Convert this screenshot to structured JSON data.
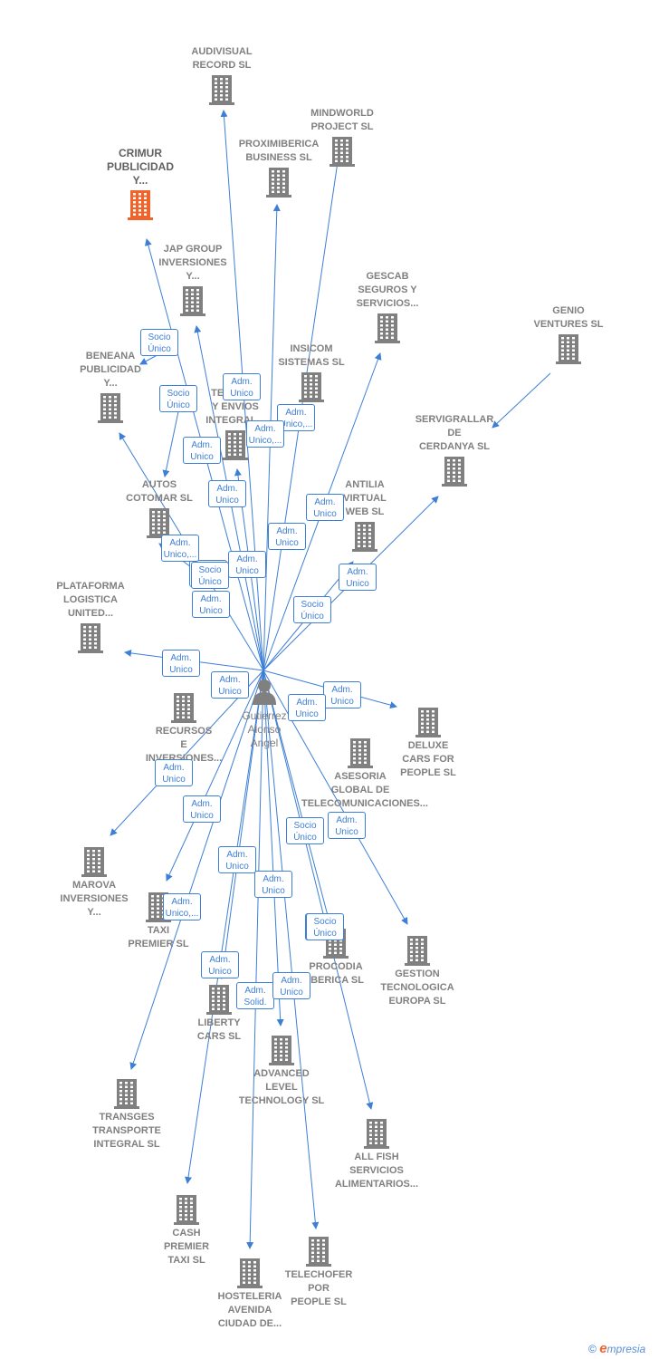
{
  "center": {
    "name": "Gutierrez\nAlonso\nAngel"
  },
  "companies": [
    {
      "id": "audiovisual",
      "name": "AUDIVISUAL\nRECORD SL"
    },
    {
      "id": "mindworld",
      "name": "MINDWORLD\nPROJECT SL"
    },
    {
      "id": "proximiberica",
      "name": "PROXIMIBERICA\nBUSINESS SL"
    },
    {
      "id": "crimur",
      "name": "CRIMUR\nPUBLICIDAD\nY...",
      "highlight": true
    },
    {
      "id": "jap",
      "name": "JAP GROUP\nINVERSIONES\nY..."
    },
    {
      "id": "gescab",
      "name": "GESCAB\nSEGUROS Y\nSERVICIOS..."
    },
    {
      "id": "genio",
      "name": "GENIO\nVENTURES SL"
    },
    {
      "id": "beneana",
      "name": "BENEANA\nPUBLICIDAD\nY..."
    },
    {
      "id": "insicom",
      "name": "INSICOM\nSISTEMAS SL"
    },
    {
      "id": "telesudeco",
      "name": "TELE...CO\nY ENVIOS\nINTEGRAL..."
    },
    {
      "id": "servigrallar",
      "name": "SERVIGRALLAR\nDE\nCERDANYA SL"
    },
    {
      "id": "autos",
      "name": "AUTOS\nCOTOMAR SL"
    },
    {
      "id": "antilia",
      "name": "ANTILIA\nVIRTUAL\nWEB SL"
    },
    {
      "id": "plataforma",
      "name": "PLATAFORMA\nLOGISTICA\nUNITED..."
    },
    {
      "id": "recursos",
      "name": "RECURSOS\nE\nINVERSIONES..."
    },
    {
      "id": "deluxe",
      "name": "DELUXE\nCARS FOR\nPEOPLE SL"
    },
    {
      "id": "asesoria",
      "name": "ASESORIA\nGLOBAL DE\nTELECOMUNICACIONES..."
    },
    {
      "id": "marova",
      "name": "MAROVA\nINVERSIONES\nY..."
    },
    {
      "id": "taxi",
      "name": "TAXI\nPREMIER SL"
    },
    {
      "id": "procodia",
      "name": "PROCODIA\nIBERICA SL"
    },
    {
      "id": "gestion",
      "name": "GESTION\nTECNOLOGICA\nEUROPA SL"
    },
    {
      "id": "liberty",
      "name": "LIBERTY\nCARS SL"
    },
    {
      "id": "advanced",
      "name": "ADVANCED\nLEVEL\nTECHNOLOGY SL"
    },
    {
      "id": "transges",
      "name": "TRANSGES\nTRANSPORTE\nINTEGRAL SL"
    },
    {
      "id": "allfish",
      "name": "ALL FISH\nSERVICIOS\nALIMENTARIOS..."
    },
    {
      "id": "cash",
      "name": "CASH\nPREMIER\nTAXI SL"
    },
    {
      "id": "telechofer",
      "name": "TELECHOFER\nPOR\nPEOPLE SL"
    },
    {
      "id": "hosteleria",
      "name": "HOSTELERIA\nAVENIDA\nCIUDAD DE..."
    }
  ],
  "relations": [
    "Socio\nÚnico",
    "Socio\nÚnico",
    "Adm.\nUnico",
    "Adm.\nUnico,...",
    "Adm.\nUnico,...",
    "Socio\nÚnico",
    "Adm.\nUnico",
    "Adm.\nUnico",
    "Adm.\nUnico",
    "Adm.\nUnico",
    "Adm.\nUnico,...",
    "Socio\nÚnico",
    "Adm.\nUnico",
    "Adm.\nUnico",
    "Socio\nÚnico",
    "Adm.\nUnico",
    "Adm.\nUnico",
    "Adm.\nUnico",
    "Adm.\nUnico",
    "Adm.\nUnico",
    "Adm.\nUnico",
    "Adm.\nUnico",
    "Socio\nÚnico",
    "Adm.\nUnico",
    "Adm.\nUnico",
    "Adm.\nUnico",
    "Adm.\nUnico,...",
    "Socio\nÚnico",
    "Adm.\nUnico",
    "Adm.\nSolid.",
    "Adm.\nUnico",
    "Socio\nÚnico"
  ],
  "colors": {
    "edge": "#3d7fd6",
    "building": "#808080",
    "highlight": "#f0642c"
  },
  "icons": {
    "company": "building-icon",
    "person": "person-icon"
  },
  "brand": {
    "copyright": "©",
    "e": "e",
    "rest": "mpresia"
  }
}
